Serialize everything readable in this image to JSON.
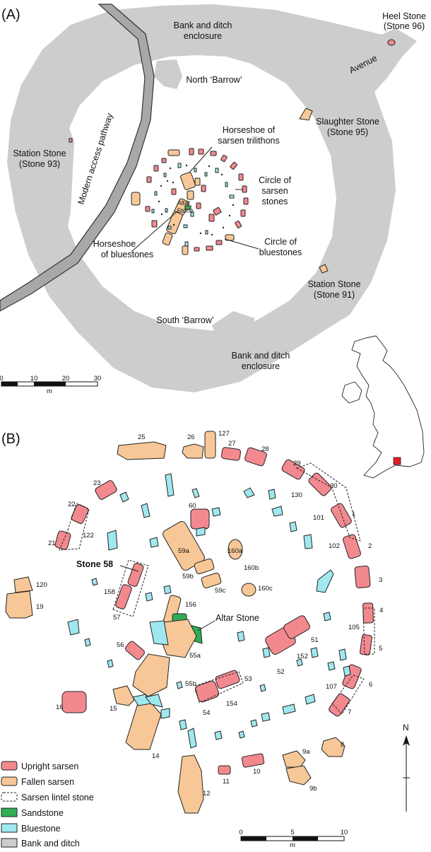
{
  "panel_a": {
    "label": "(A)",
    "heel_stone": [
      "Heel Stone",
      "(Stone 96)"
    ],
    "bank_ditch_north": [
      "Bank and ditch",
      "enclosure"
    ],
    "avenue": "Avenue",
    "north_barrow": "North ‘Barrow’",
    "slaughter_stone": [
      "Slaughter Stone",
      "(Stone 95)"
    ],
    "pathway": "Modern access pathway",
    "station_93": [
      "Station Stone",
      "(Stone 93)"
    ],
    "horseshoe_trilithons": [
      "Horseshoe of",
      "sarsen trilithons"
    ],
    "circle_sarsen": [
      "Circle of",
      "sarsen",
      "stones"
    ],
    "altar": [
      "Altar",
      "Stone"
    ],
    "horseshoe_bluestones": [
      "Horseshoe",
      "of bluestones"
    ],
    "circle_bluestones": [
      "Circle of",
      "bluestones"
    ],
    "station_91": [
      "Station Stone",
      "(Stone 91)"
    ],
    "south_barrow": "South ‘Barrow’",
    "bank_ditch_south": [
      "Bank and ditch",
      "enclosure"
    ],
    "scale": {
      "ticks": [
        "0",
        "10",
        "20",
        "30"
      ],
      "unit": "m"
    }
  },
  "panel_b": {
    "label": "(B)",
    "stone_58": "Stone 58",
    "altar_stone": "Altar Stone",
    "numbers": [
      "25",
      "26",
      "127",
      "27",
      "28",
      "29",
      "30",
      "130",
      "101",
      "1",
      "102",
      "2",
      "3",
      "4",
      "105",
      "5",
      "6",
      "107",
      "7",
      "8",
      "9a",
      "9b",
      "10",
      "11",
      "12",
      "14",
      "15",
      "16",
      "19",
      "120",
      "21",
      "22",
      "23",
      "122",
      "57",
      "158",
      "56",
      "55a",
      "55b",
      "156",
      "59a",
      "59b",
      "59c",
      "60",
      "160a",
      "160b",
      "160c",
      "51",
      "52",
      "152",
      "53",
      "54",
      "154"
    ],
    "north": "N",
    "scale": {
      "ticks": [
        "0",
        "5",
        "10"
      ],
      "unit": "m"
    }
  },
  "legend": [
    {
      "label": "Upright sarsen",
      "color": "#f2898f"
    },
    {
      "label": "Fallen sarsen",
      "color": "#f7c797"
    },
    {
      "label": "Sarsen lintel stone",
      "color": "#ffffff"
    },
    {
      "label": "Sandstone",
      "color": "#2fae55"
    },
    {
      "label": "Bluestone",
      "color": "#9fe8ef"
    },
    {
      "label": "Bank and ditch",
      "color": "#cdcdcd"
    }
  ]
}
